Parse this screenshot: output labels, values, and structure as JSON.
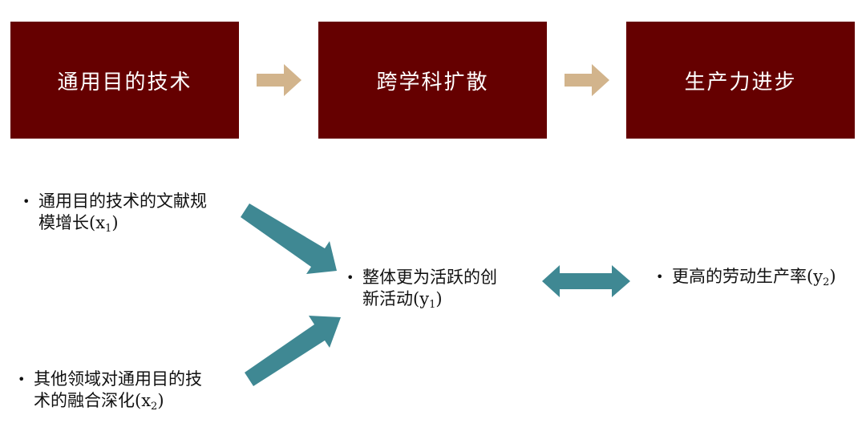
{
  "flow": {
    "step1": "通用目的技术",
    "step2": "跨学科扩散",
    "step3": "生产力进步"
  },
  "bullets": {
    "x1": {
      "line1": "通用目的技术的文献规",
      "line2_text": "模增长(x",
      "line2_sub": "1",
      "line2_end": ")"
    },
    "y1": {
      "line1": "整体更为活跃的创",
      "line2_text": "新活动(y",
      "line2_sub": "1",
      "line2_end": ")"
    },
    "y2": {
      "line1_text": "更高的劳动生产率(y",
      "line1_sub": "2",
      "line1_end": ")"
    },
    "x2": {
      "line1": "其他领域对通用目的技",
      "line2_text": "术的融合深化(x",
      "line2_sub": "2",
      "line2_end": ")"
    },
    "bullet_char": "•"
  },
  "colors": {
    "box": "#650000",
    "flow_arrow": "#D2B48C",
    "teal_arrow": "#3F8893"
  }
}
